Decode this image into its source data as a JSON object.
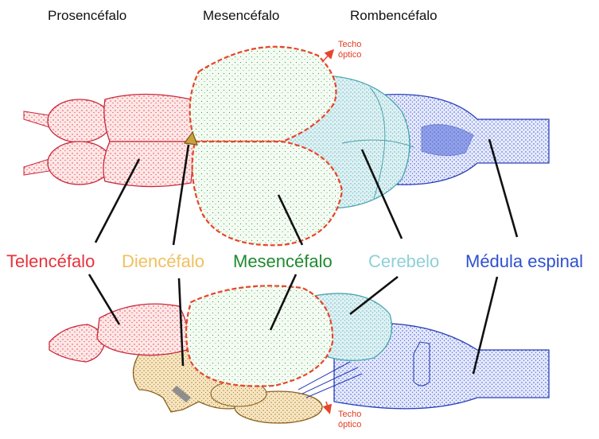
{
  "headers": {
    "prosencephalon": "Prosencéfalo",
    "mesencephalon": "Mesencéfalo",
    "rhombencephalon": "Rombencéfalo"
  },
  "labels": {
    "telencephalon": "Telencéfalo",
    "diencephalon": "Diencéfalo",
    "mesencephalon": "Mesencéfalo",
    "cerebellum": "Cerebelo",
    "spinal_cord": "Médula espinal"
  },
  "annotations": {
    "optic_tectum_top_line1": "Techo",
    "optic_tectum_top_line2": "óptico",
    "optic_tectum_bottom_line1": "Techo",
    "optic_tectum_bottom_line2": "óptico"
  },
  "colors": {
    "telencephalon": "#e8323a",
    "diencephalon": "#f0c060",
    "mesencephalon": "#1e8a2e",
    "cerebellum": "#8fd0d8",
    "spinal_cord": "#2f4fd0",
    "tectum_outline": "#e8452a"
  }
}
